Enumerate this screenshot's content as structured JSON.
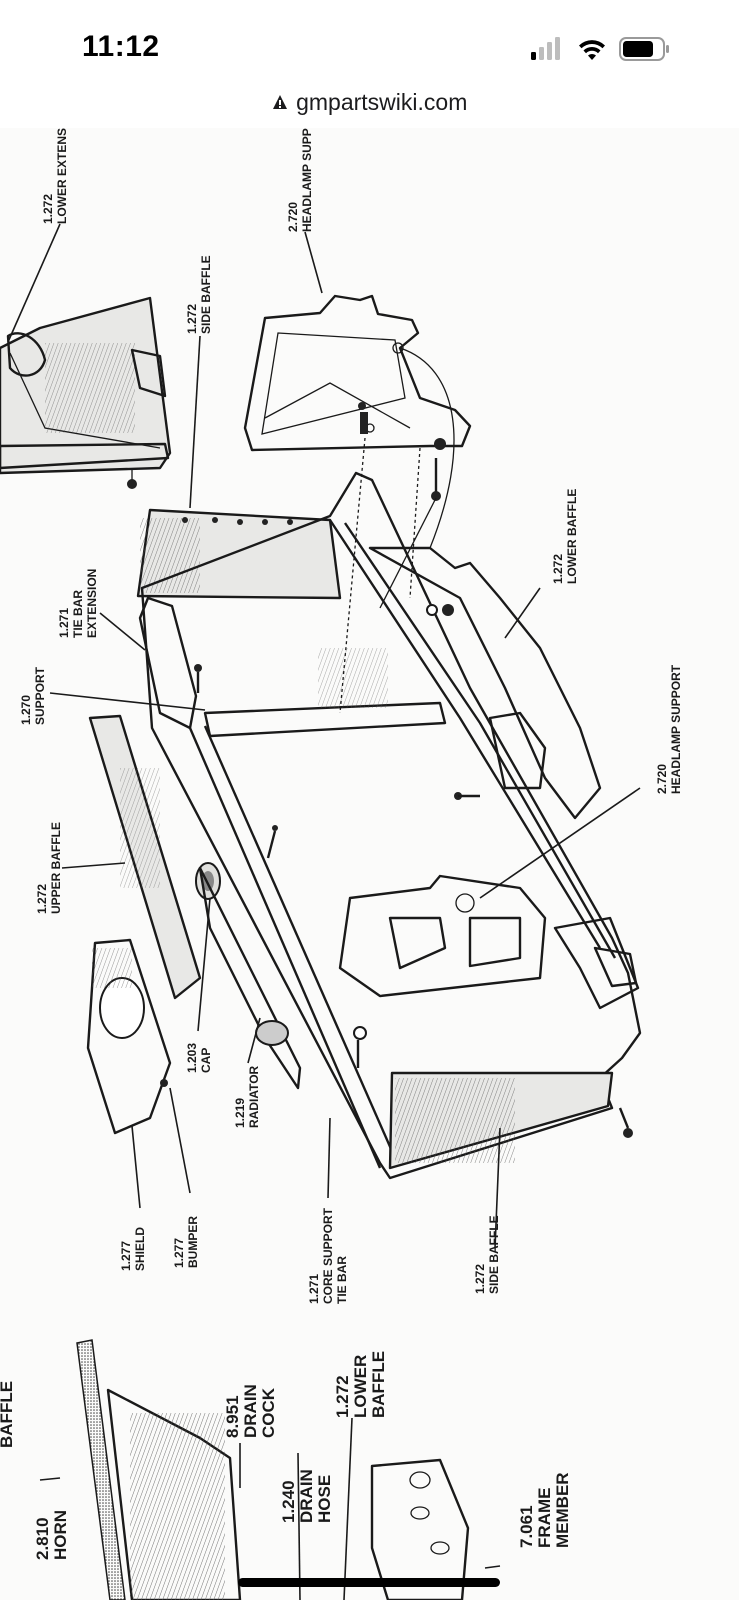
{
  "status_bar": {
    "time": "11:12"
  },
  "browser": {
    "url": "gmpartswiki.com",
    "lock_icon": "lock-icon"
  },
  "diagram": {
    "labels": {
      "lower_extension": {
        "num": "1.272",
        "name": "LOWER EXTENSI"
      },
      "headlamp_support_top": {
        "num": "2.720",
        "name": "HEADLAMP SUPPO"
      },
      "side_baffle_top": {
        "num": "1.272",
        "name": "SIDE BAFFLE"
      },
      "lower_baffle_right": {
        "num": "1.272",
        "name": "LOWER BAFFLE"
      },
      "tie_bar_extension": {
        "num": "1.271",
        "name1": "TIE BAR",
        "name2": "EXTENSION"
      },
      "support": {
        "num": "1.270",
        "name": "SUPPORT"
      },
      "headlamp_support_mid": {
        "num": "2.720",
        "name": "HEADLAMP SUPPORT"
      },
      "upper_baffle": {
        "num": "1.272",
        "name": "UPPER BAFFLE"
      },
      "cap": {
        "num": "1.203",
        "name": "CAP"
      },
      "radiator": {
        "num": "1.219",
        "name": "RADIATOR"
      },
      "shield": {
        "num": "1.277",
        "name": "SHIELD"
      },
      "bumper": {
        "num": "1.277",
        "name": "BUMPER"
      },
      "core_support": {
        "num": "1.271",
        "name1": "CORE SUPPORT",
        "name2": "TIE BAR"
      },
      "side_baffle_bottom": {
        "num": "1.272",
        "name": "SIDE BAFFLE"
      },
      "baffle_edge": {
        "name": "BAFFLE"
      },
      "horn": {
        "num": "2.810",
        "name": "HORN"
      },
      "drain_cock": {
        "num": "8.951",
        "name1": "DRAIN",
        "name2": "COCK"
      },
      "drain_hose": {
        "num": "1.240",
        "name1": "DRAIN",
        "name2": "HOSE"
      },
      "lower_baffle_bottom": {
        "num": "1.272",
        "name1": "LOWER",
        "name2": "BAFFLE"
      },
      "frame_member": {
        "num": "7.061",
        "name1": "FRAME",
        "name2": "MEMBER"
      }
    }
  }
}
